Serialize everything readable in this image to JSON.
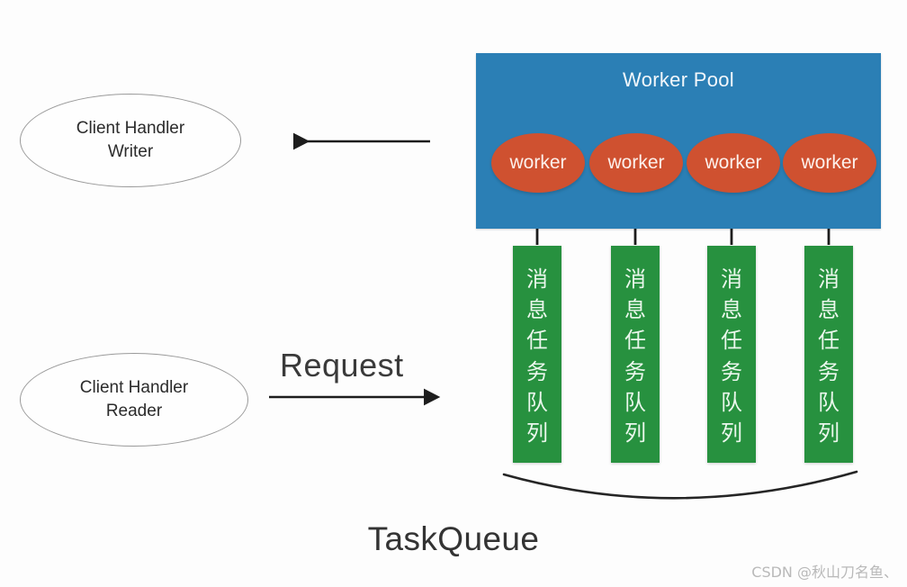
{
  "diagram": {
    "title": "Worker Pool / TaskQueue architecture diagram",
    "colors": {
      "pool_background": "#2b7fb5",
      "worker_fill": "#cf5130",
      "queue_fill": "#27913f",
      "arrow_stroke": "#1d1d1d",
      "ellipse_stroke": "#9a9a9a",
      "canvas_background": "#fdfdfd"
    }
  },
  "clients": [
    {
      "id": "client-handler-writer",
      "line1": "Client Handler",
      "line2": "Writer"
    },
    {
      "id": "client-handler-reader",
      "line1": "Client Handler",
      "line2": "Reader"
    }
  ],
  "worker_pool": {
    "title": "Worker Pool",
    "workers": [
      {
        "label": "worker"
      },
      {
        "label": "worker"
      },
      {
        "label": "worker"
      },
      {
        "label": "worker"
      }
    ]
  },
  "task_queues": {
    "bracket_label": "TaskQueue",
    "bars": [
      {
        "chars": [
          "消",
          "息",
          "任",
          "务",
          "队",
          "列"
        ]
      },
      {
        "chars": [
          "消",
          "息",
          "任",
          "务",
          "队",
          "列"
        ]
      },
      {
        "chars": [
          "消",
          "息",
          "任",
          "务",
          "队",
          "列"
        ]
      },
      {
        "chars": [
          "消",
          "息",
          "任",
          "务",
          "队",
          "列"
        ]
      }
    ]
  },
  "arrows": [
    {
      "id": "response-arrow",
      "label": "",
      "direction": "left"
    },
    {
      "id": "request-arrow",
      "label": "Request",
      "direction": "right"
    }
  ],
  "watermark": {
    "text": "CSDN @秋山刀名鱼、"
  }
}
